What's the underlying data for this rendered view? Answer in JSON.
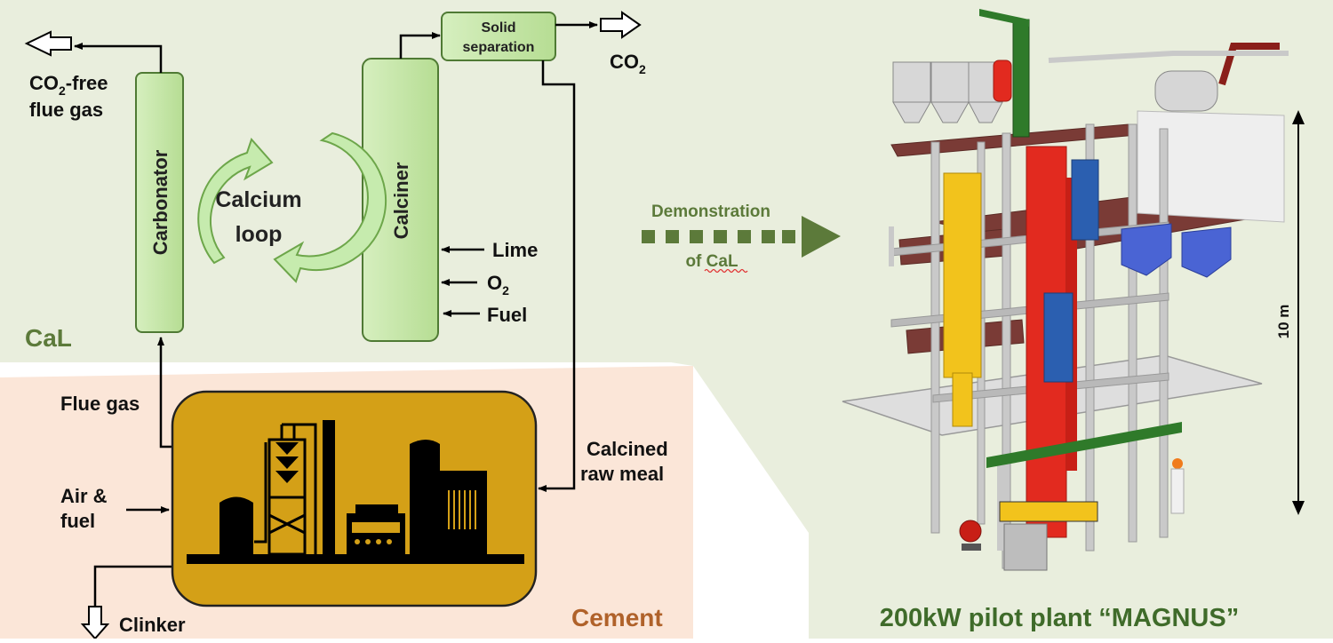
{
  "cal_section": {
    "label": "CaL",
    "carbonator": "Carbonator",
    "calciner": "Calciner",
    "loop_line1": "Calcium",
    "loop_line2": "loop",
    "solid_line1": "Solid",
    "solid_line2": "separation",
    "co2_free_line1": "CO",
    "co2_free_sub": "2",
    "co2_free_rest": "-free",
    "co2_free_line2": "flue gas",
    "co2_out": "CO",
    "co2_out_sub": "2",
    "inputs": {
      "lime": "Lime",
      "o2": "O",
      "o2_sub": "2",
      "fuel": "Fuel"
    }
  },
  "cement_section": {
    "label": "Cement",
    "flue_gas": "Flue gas",
    "air_fuel_line1": "Air &",
    "air_fuel_line2": "fuel",
    "calcined_line1": "Calcined",
    "calcined_line2": "raw meal",
    "clinker": "Clinker"
  },
  "demo": {
    "line1": "Demonstration",
    "line2": "of CaL"
  },
  "pilot": {
    "caption": "200kW pilot plant “MAGNUS”",
    "height_label": "10 m"
  },
  "colors": {
    "cal_bg": "#e9eedd",
    "cement_bg": "#fbe6d8",
    "pilot_bg": "#e9eedd",
    "box_fill": "#c3e6a4",
    "box_stroke": "#4f7a34",
    "cement_block": "#d4a017",
    "olive_text": "#5c7a3a",
    "cement_text": "#b0622a"
  }
}
